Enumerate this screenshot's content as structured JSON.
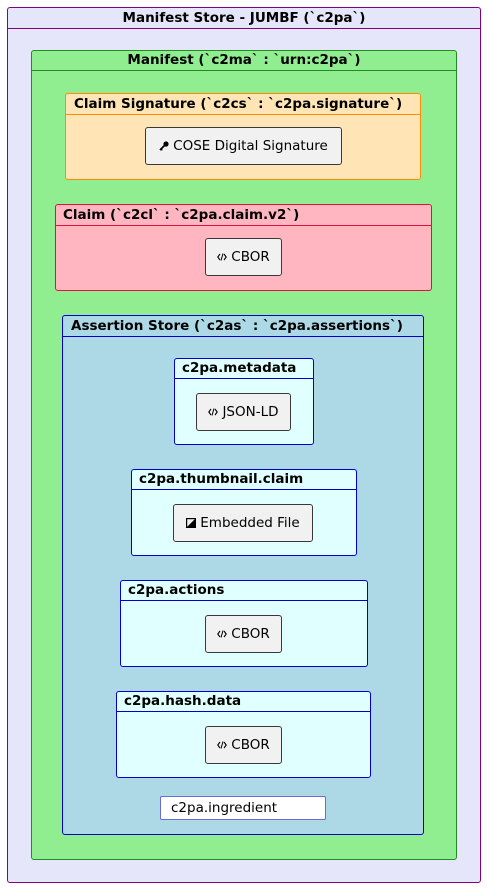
{
  "outer": {
    "title": "Manifest Store - JUMBF (`c2pa`)"
  },
  "manifest": {
    "title": "Manifest (`c2ma` : `urn:c2pa`)"
  },
  "claim_signature": {
    "title": "Claim Signature (`c2cs` : `c2pa.signature`)",
    "node": {
      "label": "COSE Digital Signature",
      "icon": "key-icon"
    }
  },
  "claim": {
    "title": "Claim (`c2cl` : `c2pa.claim.v2`)",
    "node": {
      "label": "CBOR",
      "icon": "code-icon"
    }
  },
  "assertion_store": {
    "title": "Assertion Store (`c2as` : `c2pa.assertions`)",
    "assertions": [
      {
        "title": "c2pa.metadata",
        "node": {
          "label": "JSON-LD",
          "icon": "code-icon"
        }
      },
      {
        "title": "c2pa.thumbnail.claim",
        "node": {
          "label": "Embedded File",
          "icon": "image-icon"
        }
      },
      {
        "title": "c2pa.actions",
        "node": {
          "label": "CBOR",
          "icon": "code-icon"
        }
      },
      {
        "title": "c2pa.hash.data",
        "node": {
          "label": "CBOR",
          "icon": "code-icon"
        }
      }
    ],
    "ingredient": "c2pa.ingredient"
  },
  "colors": {
    "outer_fill": "#e6e6fa",
    "outer_border": "#800080",
    "manifest_fill": "#90ee90",
    "manifest_border": "#228b22",
    "signature_fill": "#ffe4b5",
    "signature_border": "#ff8c00",
    "claim_fill": "#ffb6c1",
    "claim_border": "#dc143c",
    "store_fill": "#add8e6",
    "store_border": "#0000cd",
    "assertion_fill": "#e0ffff",
    "node_fill": "#f1f1f1"
  }
}
